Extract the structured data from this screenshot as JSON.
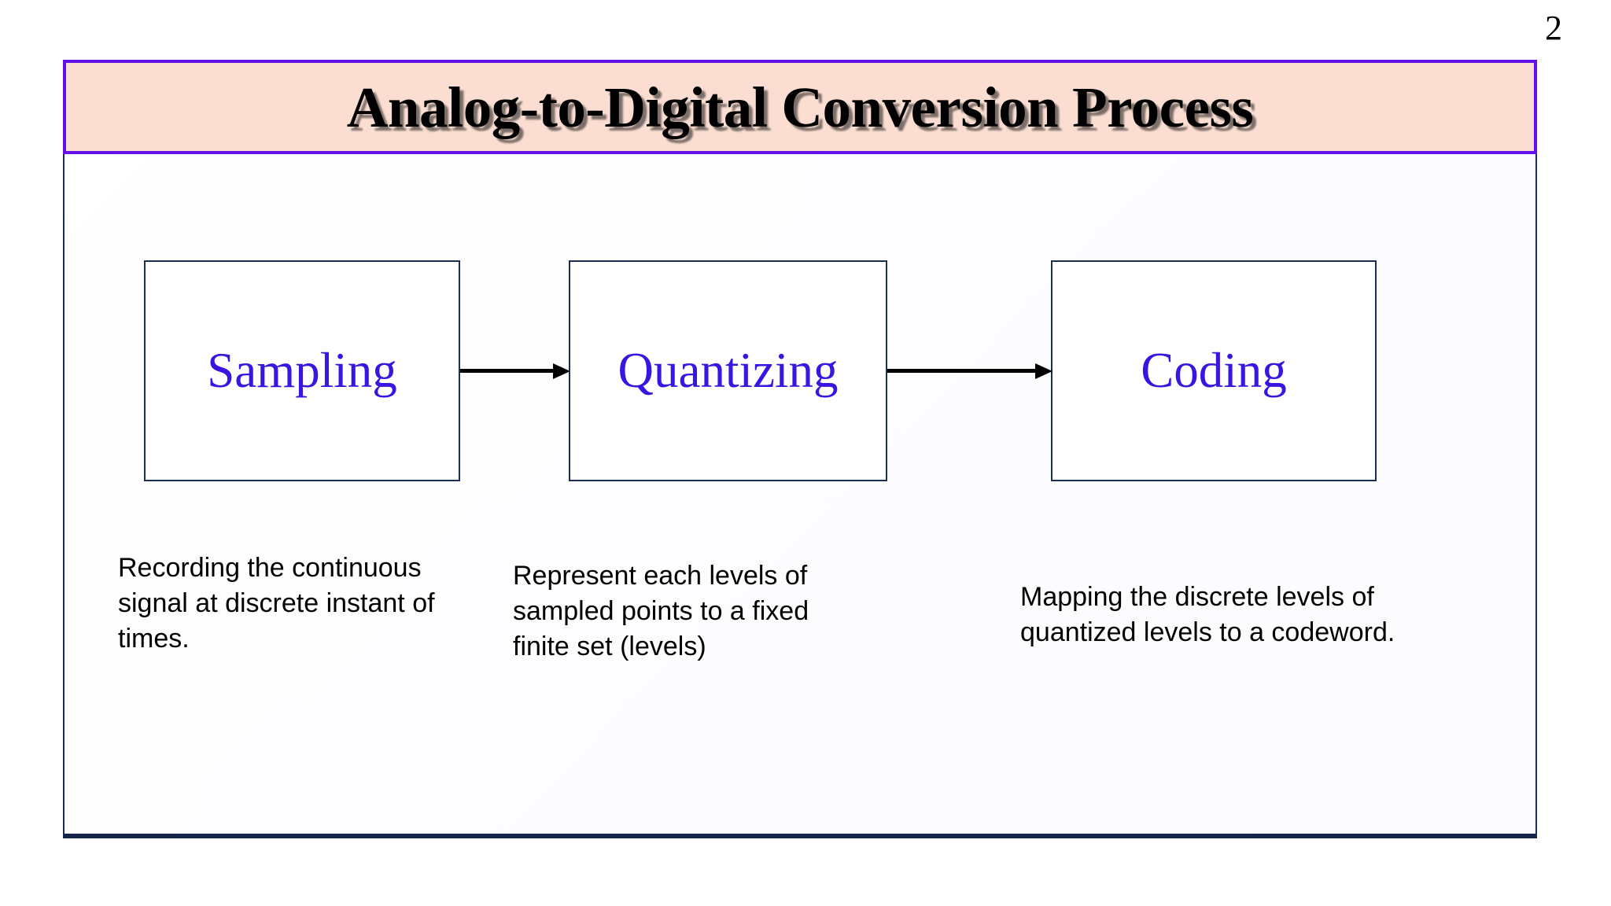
{
  "slide": {
    "page_number": "2",
    "title": "Analog-to-Digital Conversion Process",
    "colors": {
      "title_bar_background": "#fbded1",
      "title_bar_border": "#6610e8",
      "frame_border": "#1b2d53",
      "box_border": "#1b2d53",
      "box_label_text": "#3a14e0",
      "arrow": "#000000",
      "caption_text": "#000000",
      "slide_background": "#ffffff"
    },
    "process": {
      "steps": [
        {
          "label": "Sampling",
          "caption": "Recording the continuous signal at discrete instant of times."
        },
        {
          "label": "Quantizing",
          "caption": "Represent each levels of sampled points to a fixed finite set (levels)"
        },
        {
          "label": "Coding",
          "caption": "Mapping the discrete levels of quantized levels to a codeword."
        }
      ],
      "connectors": [
        {
          "icon": "arrow-right-icon",
          "from": "Sampling",
          "to": "Quantizing"
        },
        {
          "icon": "arrow-right-icon",
          "from": "Quantizing",
          "to": "Coding"
        }
      ]
    }
  }
}
